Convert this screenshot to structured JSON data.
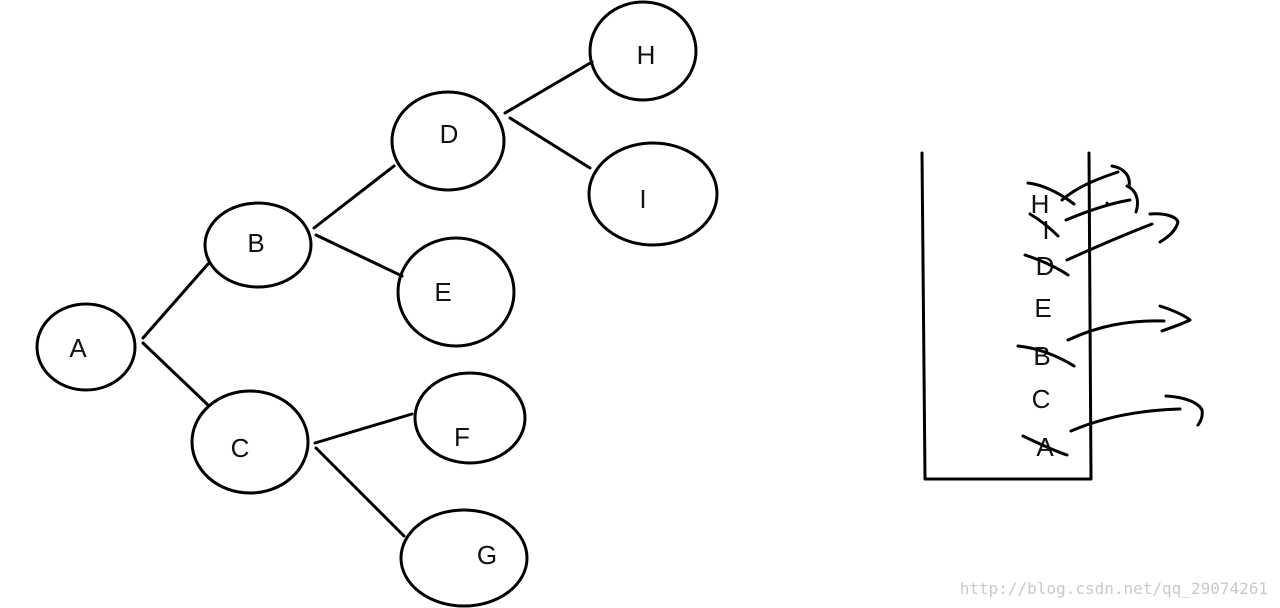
{
  "tree": {
    "nodes": [
      {
        "id": "A",
        "label": "A"
      },
      {
        "id": "B",
        "label": "B"
      },
      {
        "id": "C",
        "label": "C"
      },
      {
        "id": "D",
        "label": "D"
      },
      {
        "id": "E",
        "label": "E"
      },
      {
        "id": "F",
        "label": "F"
      },
      {
        "id": "G",
        "label": "G"
      },
      {
        "id": "H",
        "label": "H"
      },
      {
        "id": "I",
        "label": "I"
      }
    ],
    "edges": [
      [
        "A",
        "B"
      ],
      [
        "A",
        "C"
      ],
      [
        "B",
        "D"
      ],
      [
        "B",
        "E"
      ],
      [
        "D",
        "H"
      ],
      [
        "D",
        "I"
      ],
      [
        "C",
        "F"
      ],
      [
        "C",
        "G"
      ]
    ]
  },
  "stack": {
    "items": [
      {
        "label": "H",
        "struck": false,
        "arrow": true
      },
      {
        "label": "I",
        "struck": true,
        "arrow": false
      },
      {
        "label": "D",
        "struck": true,
        "arrow": true
      },
      {
        "label": "E",
        "struck": false,
        "arrow": false
      },
      {
        "label": "B",
        "struck": true,
        "arrow": true
      },
      {
        "label": "C",
        "struck": false,
        "arrow": false
      },
      {
        "label": "A",
        "struck": true,
        "arrow": true
      }
    ]
  },
  "watermark": "http://blog.csdn.net/qq_29074261"
}
